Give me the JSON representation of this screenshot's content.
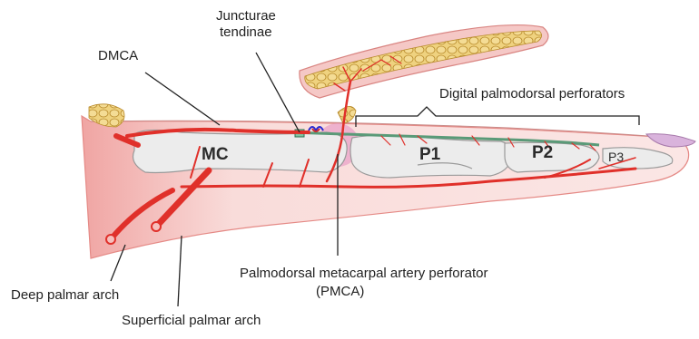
{
  "labels": {
    "junction_line1": "Juncturae",
    "junction_line2": "tendinae",
    "dmca": "DMCA",
    "digital_perforators": "Digital palmodorsal perforators",
    "mc": "MC",
    "p1": "P1",
    "p2": "P2",
    "p3": "P3",
    "pmca_line1": "Palmodorsal metacarpal artery perforator",
    "pmca_line2": "(PMCA)",
    "deep_arch": "Deep palmar arch",
    "superficial_arch": "Superficial palmar arch"
  },
  "colors": {
    "artery": "#e0302a",
    "skin": "#f7d2d0",
    "skin_edge": "#e58a86",
    "bone": "#ececec",
    "bone_edge": "#9a9a9a",
    "tendon": "#5a9a78",
    "fat": "#e8c97a",
    "pmca_highlight": "#e9a3c8",
    "nail": "#d9b3dc"
  }
}
